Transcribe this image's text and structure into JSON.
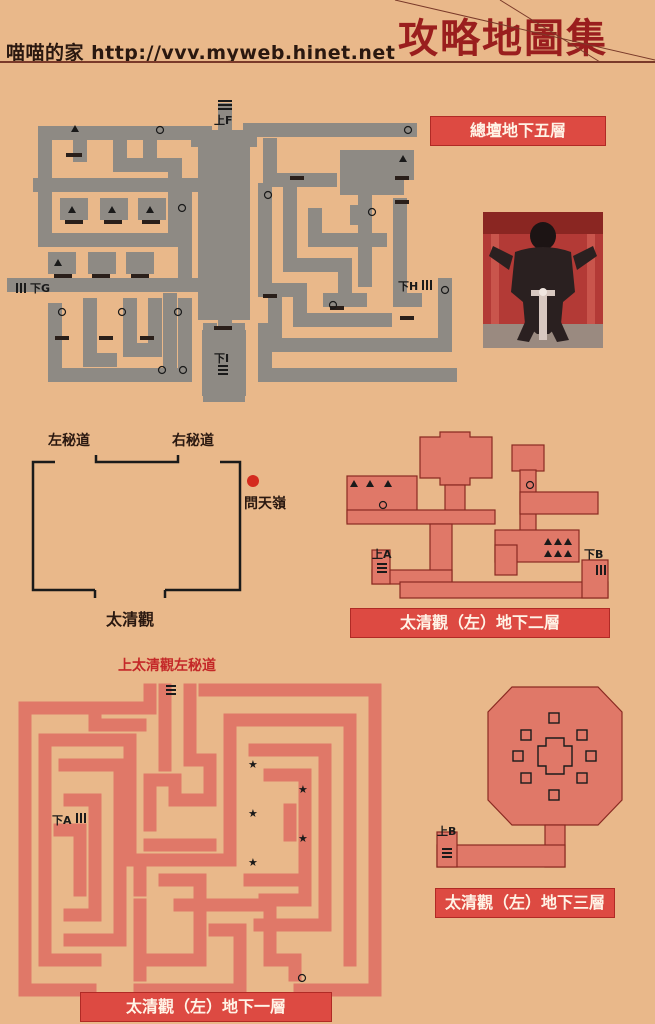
{
  "header": {
    "site": "喵喵的家 http://vvv.myweb.hinet.net",
    "title": "攻略地圖集"
  },
  "maps": {
    "b5": {
      "title": "總壇地下五層",
      "labels": {
        "up_f": "上F",
        "down_g": "下G",
        "down_h": "下H",
        "down_i": "下I"
      }
    },
    "overworld": {
      "left_passage": "左秘道",
      "right_passage": "右秘道",
      "wentian_ridge": "問天嶺",
      "taiqing_temple": "太清觀"
    },
    "b2": {
      "title": "太清觀（左）地下二層",
      "labels": {
        "up_a": "上A",
        "down_b": "下B"
      }
    },
    "b1": {
      "title": "太清觀（左）地下一層",
      "subtitle": "上太清觀左秘道",
      "labels": {
        "down_a": "下A"
      }
    },
    "b3": {
      "title": "太清觀（左）地下三層",
      "labels": {
        "up_b": "上B"
      }
    }
  },
  "colors": {
    "paper": "#e9b88a",
    "grey_map": "#8e8a84",
    "red_map": "#e07868",
    "title_red": "#dd4a42",
    "header_red": "#9a1e1e"
  },
  "icons": [
    "triangle-marker-icon",
    "circle-marker-icon",
    "star-marker-icon",
    "stairs-icon",
    "red-dot-icon"
  ]
}
